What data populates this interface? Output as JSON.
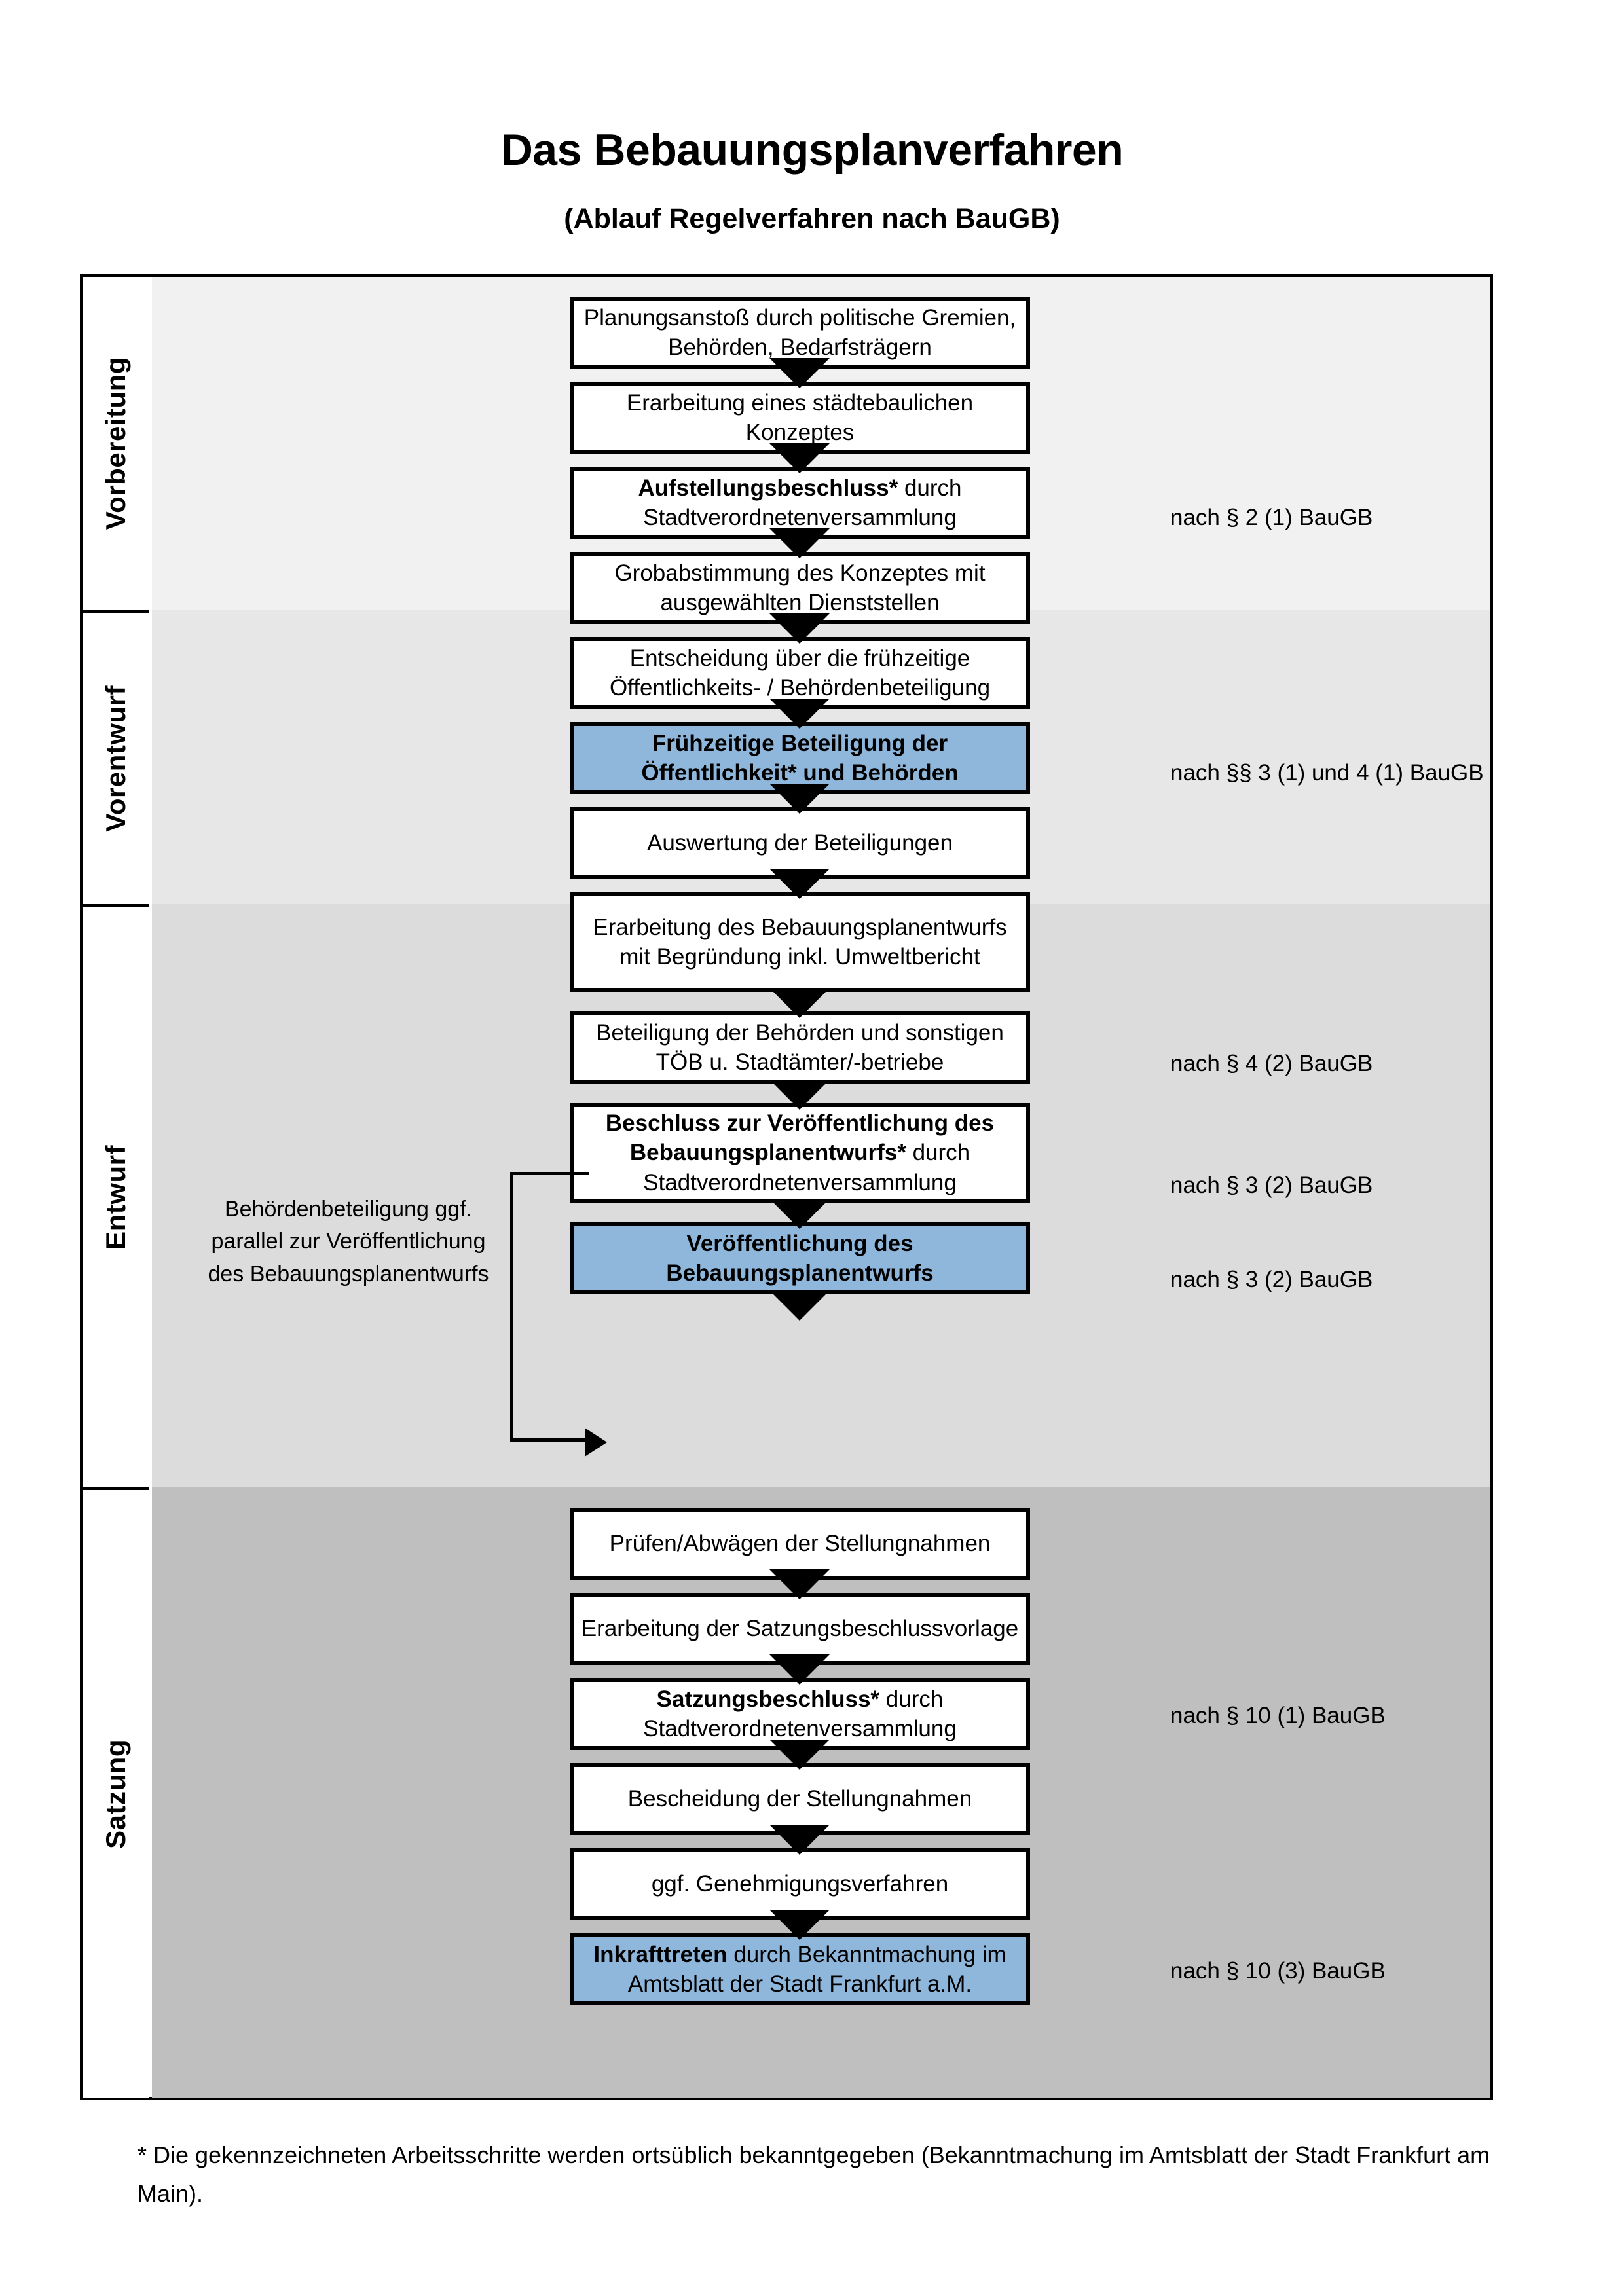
{
  "header": {
    "title": "Das Bebauungsplanverfahren",
    "subtitle": "(Ablauf Regelverfahren nach BauGB)"
  },
  "phases": [
    {
      "label": "Vorbereitung"
    },
    {
      "label": "Vorentwurf"
    },
    {
      "label": "Entwurf"
    },
    {
      "label": "Satzung"
    }
  ],
  "side_note": "Behördenbeteiligung ggf. parallel zur Veröffentlichung des Bebauungsplanentwurfs",
  "nodes": [
    {
      "id": "n1",
      "text": "Planungsanstoß durch politische Gremien, Behörden, Bedarfsträgern",
      "style": "plain"
    },
    {
      "id": "n2",
      "text": "Erarbeitung eines städtebaulichen Konzeptes",
      "style": "plain"
    },
    {
      "id": "n3",
      "bold": "Aufstellungsbeschluss*",
      "rest": " durch Stadtverordnetenversammlung",
      "style": "mixed"
    },
    {
      "id": "n4",
      "text": "Grobabstimmung des Konzeptes mit ausgewählten Dienststellen",
      "style": "plain"
    },
    {
      "id": "n5",
      "text": "Entscheidung über die frühzeitige Öffentlichkeits- / Behördenbeteiligung",
      "style": "plain"
    },
    {
      "id": "n6",
      "text": "Frühzeitige Beteiligung der Öffentlichkeit* und Behörden",
      "style": "blue-bold"
    },
    {
      "id": "n7",
      "text": "Auswertung der Beteiligungen",
      "style": "plain"
    },
    {
      "id": "n8",
      "text": "Erarbeitung des Bebauungsplanentwurfs mit Begründung inkl. Umweltbericht",
      "style": "plain"
    },
    {
      "id": "n9",
      "text": "Beteiligung der Behörden und sonstigen TÖB u. Stadtämter/-betriebe",
      "style": "plain"
    },
    {
      "id": "n10",
      "bold": "Beschluss zur Veröffentlichung des Bebauungsplanentwurfs*",
      "rest": " durch Stadtverordnetenversammlung",
      "style": "mixed"
    },
    {
      "id": "n11",
      "text": "Veröffentlichung des Bebauungsplanentwurfs",
      "style": "blue-bold"
    },
    {
      "id": "n12",
      "text": "Prüfen/Abwägen der Stellungnahmen",
      "style": "plain"
    },
    {
      "id": "n13",
      "text": "Erarbeitung der Satzungsbeschlussvorlage",
      "style": "plain"
    },
    {
      "id": "n14",
      "bold": "Satzungsbeschluss*",
      "rest": " durch Stadtverordnetenversammlung",
      "style": "mixed"
    },
    {
      "id": "n15",
      "text": "Bescheidung der Stellungnahmen",
      "style": "plain"
    },
    {
      "id": "n16",
      "text": "ggf. Genehmigungsverfahren",
      "style": "plain"
    },
    {
      "id": "n17",
      "bold": "Inkrafttreten",
      "rest": " durch Bekanntmachung im Amtsblatt der Stadt Frankfurt a.M.",
      "style": "blue-mixed"
    }
  ],
  "legal_refs": [
    {
      "id": "l1",
      "text": "nach § 2 (1) BauGB"
    },
    {
      "id": "l2",
      "text": "nach §§ 3 (1) und 4 (1) BauGB"
    },
    {
      "id": "l3",
      "text": "nach § 4 (2) BauGB"
    },
    {
      "id": "l4",
      "text": "nach § 3 (2) BauGB"
    },
    {
      "id": "l5",
      "text": "nach § 3 (2) BauGB"
    },
    {
      "id": "l6",
      "text": "nach § 10 (1) BauGB"
    },
    {
      "id": "l7",
      "text": "nach § 10 (3) BauGB"
    }
  ],
  "footnote": "* Die gekennzeichneten Arbeitsschritte werden ortsüblich bekanntgegeben (Bekanntmachung im Amtsblatt  der Stadt Frankfurt am Main).",
  "colors": {
    "highlight_blue": "#8FB7DC",
    "band_1": "#F1F1F1",
    "band_2": "#E7E7E7",
    "band_3": "#DCDCDC",
    "band_4": "#BFBFBF",
    "stroke": "#000000"
  }
}
